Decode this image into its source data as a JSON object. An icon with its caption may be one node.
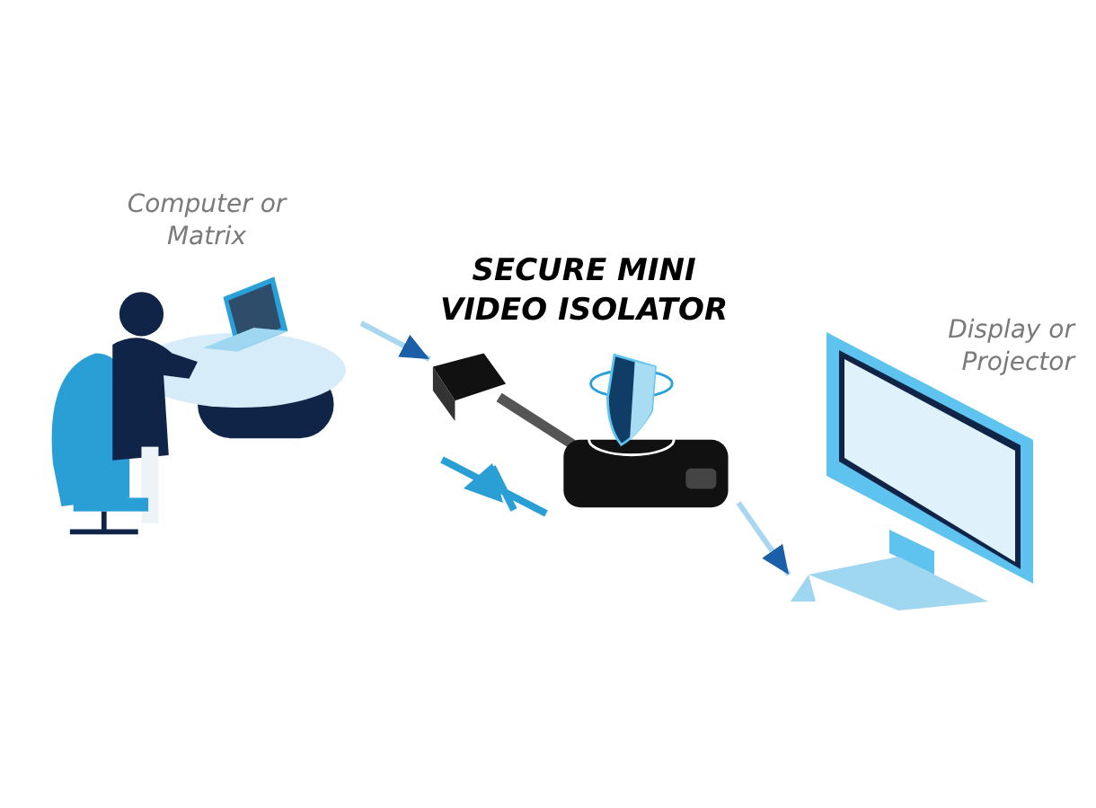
{
  "diagram": {
    "nodes": [
      {
        "text": [
          "Computer or Matrix"
        ]
      },
      {
        "text": [
          "SECURE MINI VIDEO ISOLATOR"
        ]
      },
      {
        "text": [
          "Display or Projector"
        ]
      }
    ],
    "edges": [
      {
        "from": 0,
        "to": 1,
        "arrow": "to"
      },
      {
        "from": 1,
        "to": 2,
        "arrow": "to"
      }
    ]
  }
}
